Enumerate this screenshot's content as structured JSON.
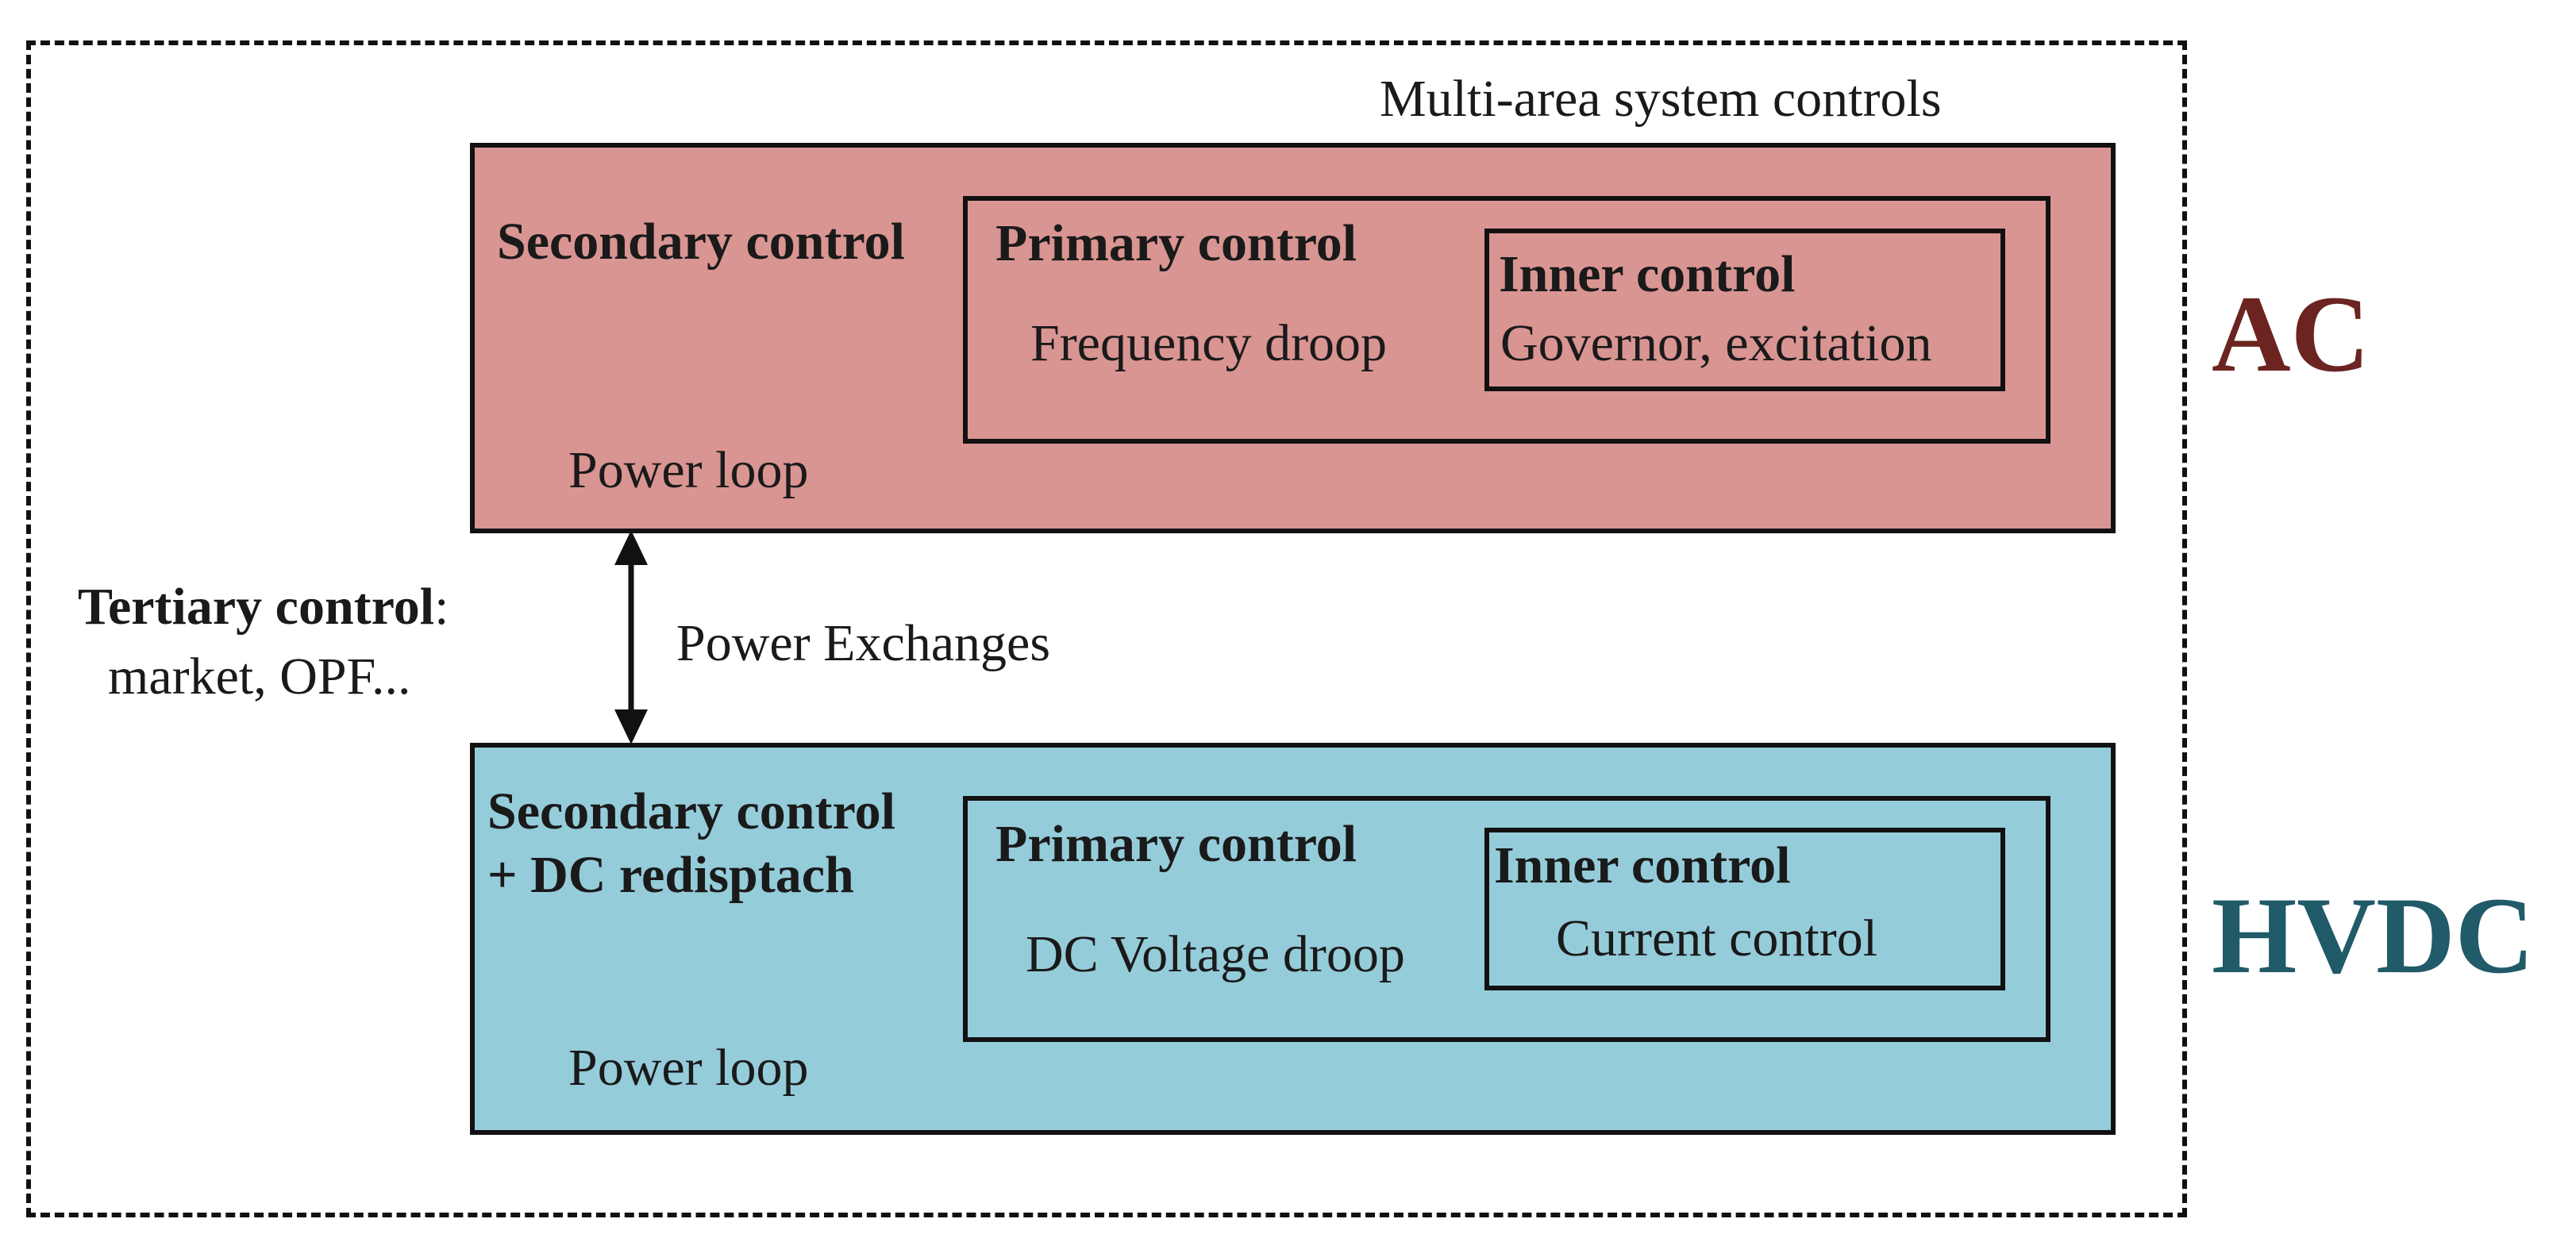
{
  "outer": {
    "title": "Multi-area system controls"
  },
  "tertiary": {
    "title": "Tertiary control",
    "colon": ":",
    "detail": "market, OPF..."
  },
  "exchange": {
    "label": "Power Exchanges"
  },
  "ac": {
    "label": "AC",
    "label_color": "#6B2420",
    "fill_color": "#D99592",
    "secondary": "Secondary control",
    "power_loop": "Power loop",
    "primary_title": "Primary control",
    "primary_detail": "Frequency droop",
    "inner_title": "Inner control",
    "inner_detail": "Governor, excitation"
  },
  "hvdc": {
    "label": "HVDC",
    "label_color": "#215A68",
    "fill_color": "#95CCDA",
    "secondary_line1": "Secondary control",
    "secondary_line2": "+ DC redisptach",
    "power_loop": "Power loop",
    "primary_title": "Primary control",
    "primary_detail": "DC Voltage droop",
    "inner_title": "Inner control",
    "inner_detail": "Current control"
  }
}
